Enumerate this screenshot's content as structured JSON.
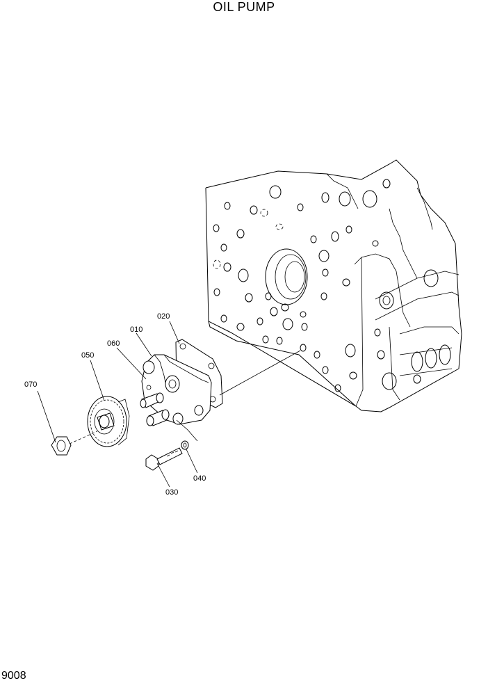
{
  "diagram": {
    "title": "OIL PUMP",
    "page_code": "9008",
    "callouts": [
      {
        "id": "020",
        "label": "020"
      },
      {
        "id": "010",
        "label": "010"
      },
      {
        "id": "060",
        "label": "060"
      },
      {
        "id": "050",
        "label": "050"
      },
      {
        "id": "070",
        "label": "070"
      },
      {
        "id": "040",
        "label": "040"
      },
      {
        "id": "030",
        "label": "030"
      }
    ]
  }
}
